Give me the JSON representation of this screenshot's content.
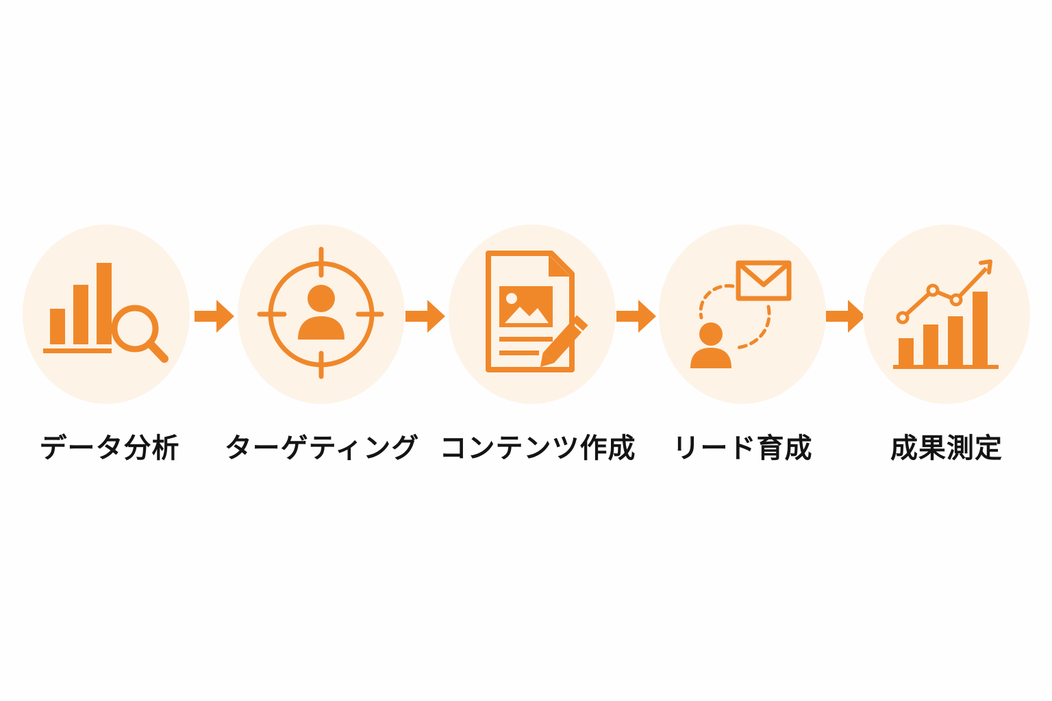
{
  "flow": {
    "accent_color": "#f0882a",
    "circle_color": "#fdf3e7",
    "steps": [
      {
        "label": "データ分析",
        "icon": "bar-chart-magnifier-icon"
      },
      {
        "label": "ターゲティング",
        "icon": "target-person-icon"
      },
      {
        "label": "コンテンツ作成",
        "icon": "document-edit-icon"
      },
      {
        "label": "リード育成",
        "icon": "person-email-icon"
      },
      {
        "label": "成果測定",
        "icon": "growth-chart-icon"
      }
    ]
  }
}
